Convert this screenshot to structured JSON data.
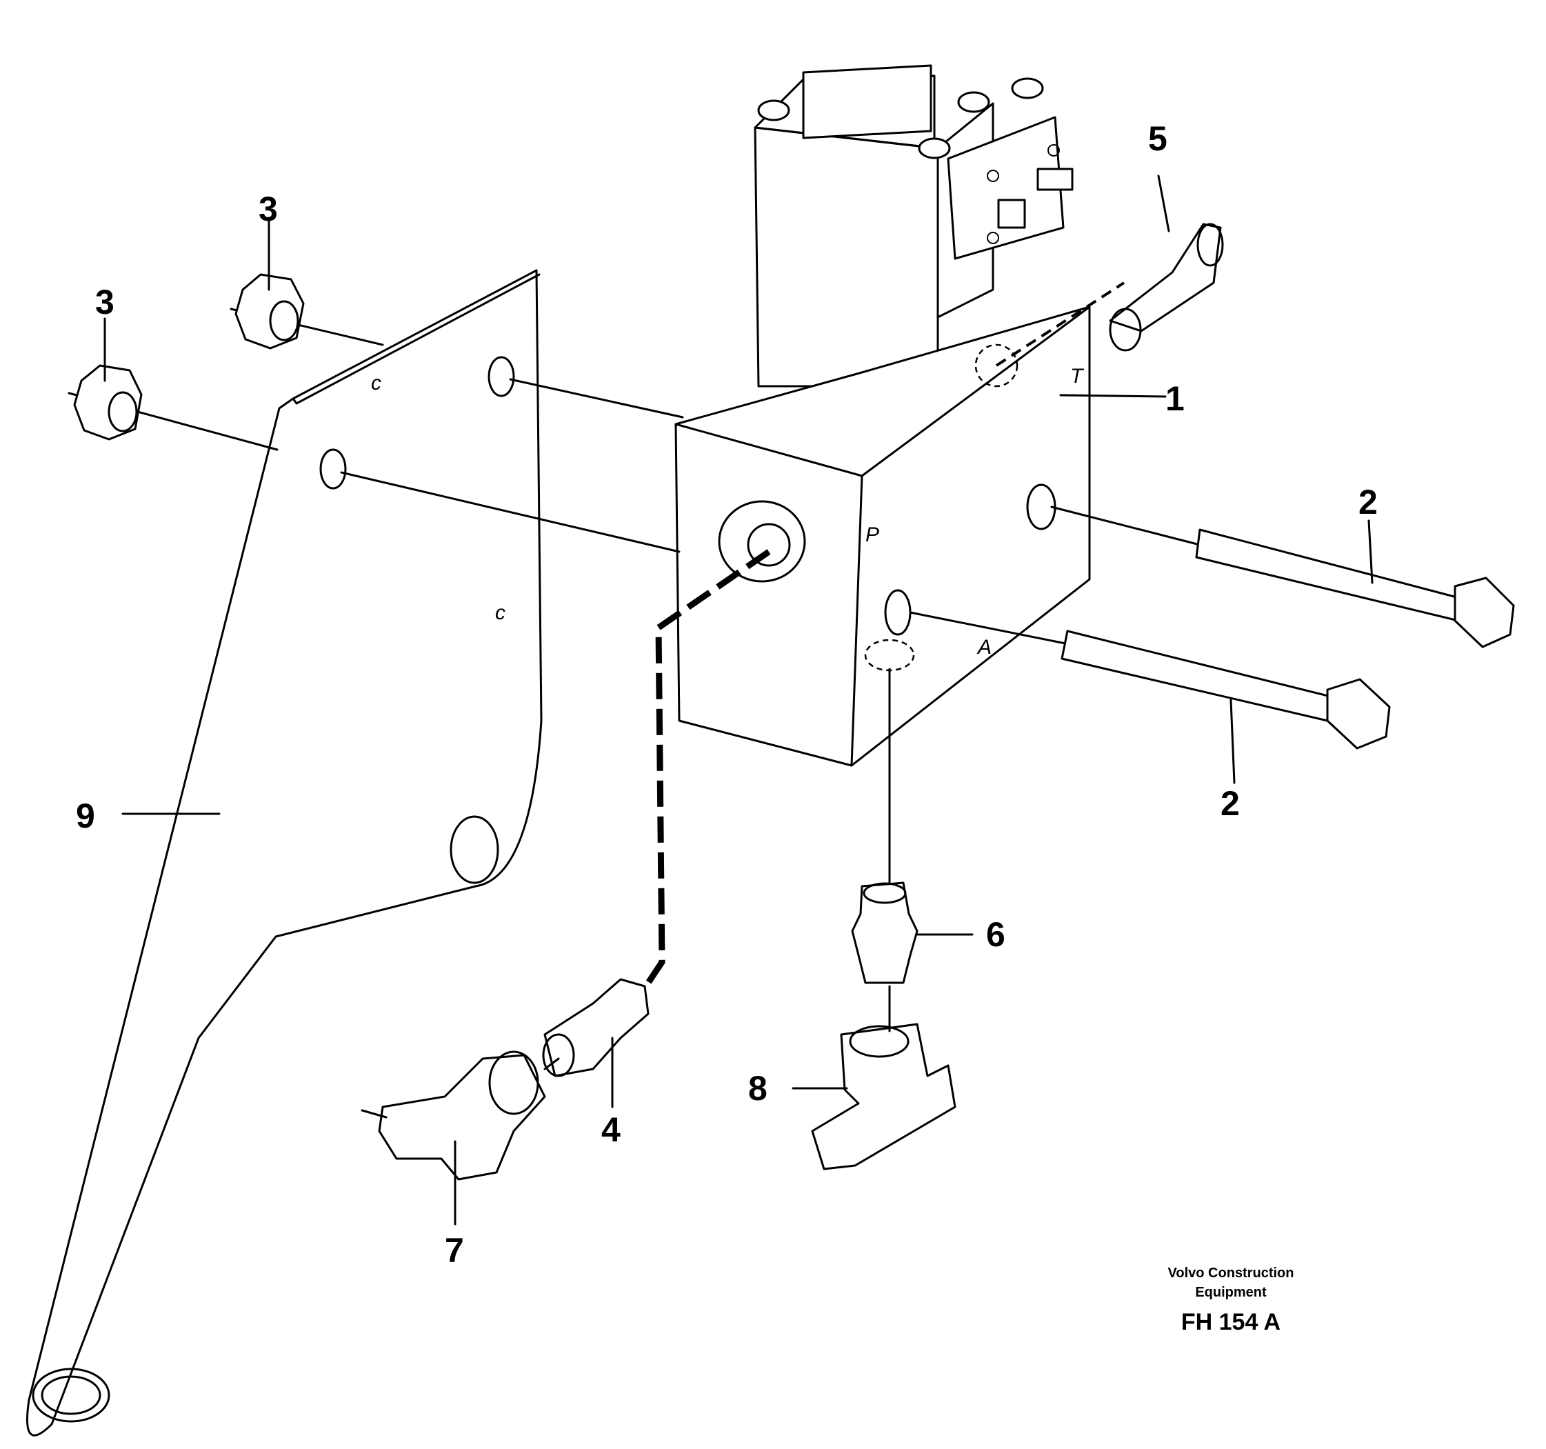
{
  "callouts": {
    "c1": "1",
    "c2a": "2",
    "c2b": "2",
    "c3a": "3",
    "c3b": "3",
    "c4": "4",
    "c5": "5",
    "c6": "6",
    "c7": "7",
    "c8": "8",
    "c9": "9"
  },
  "ports": {
    "p": "P",
    "t": "T",
    "a": "A",
    "c1": "c",
    "c2": "c"
  },
  "credit": {
    "line1": "Volvo Construction",
    "line2": "Equipment",
    "code": "FH 154 A"
  }
}
